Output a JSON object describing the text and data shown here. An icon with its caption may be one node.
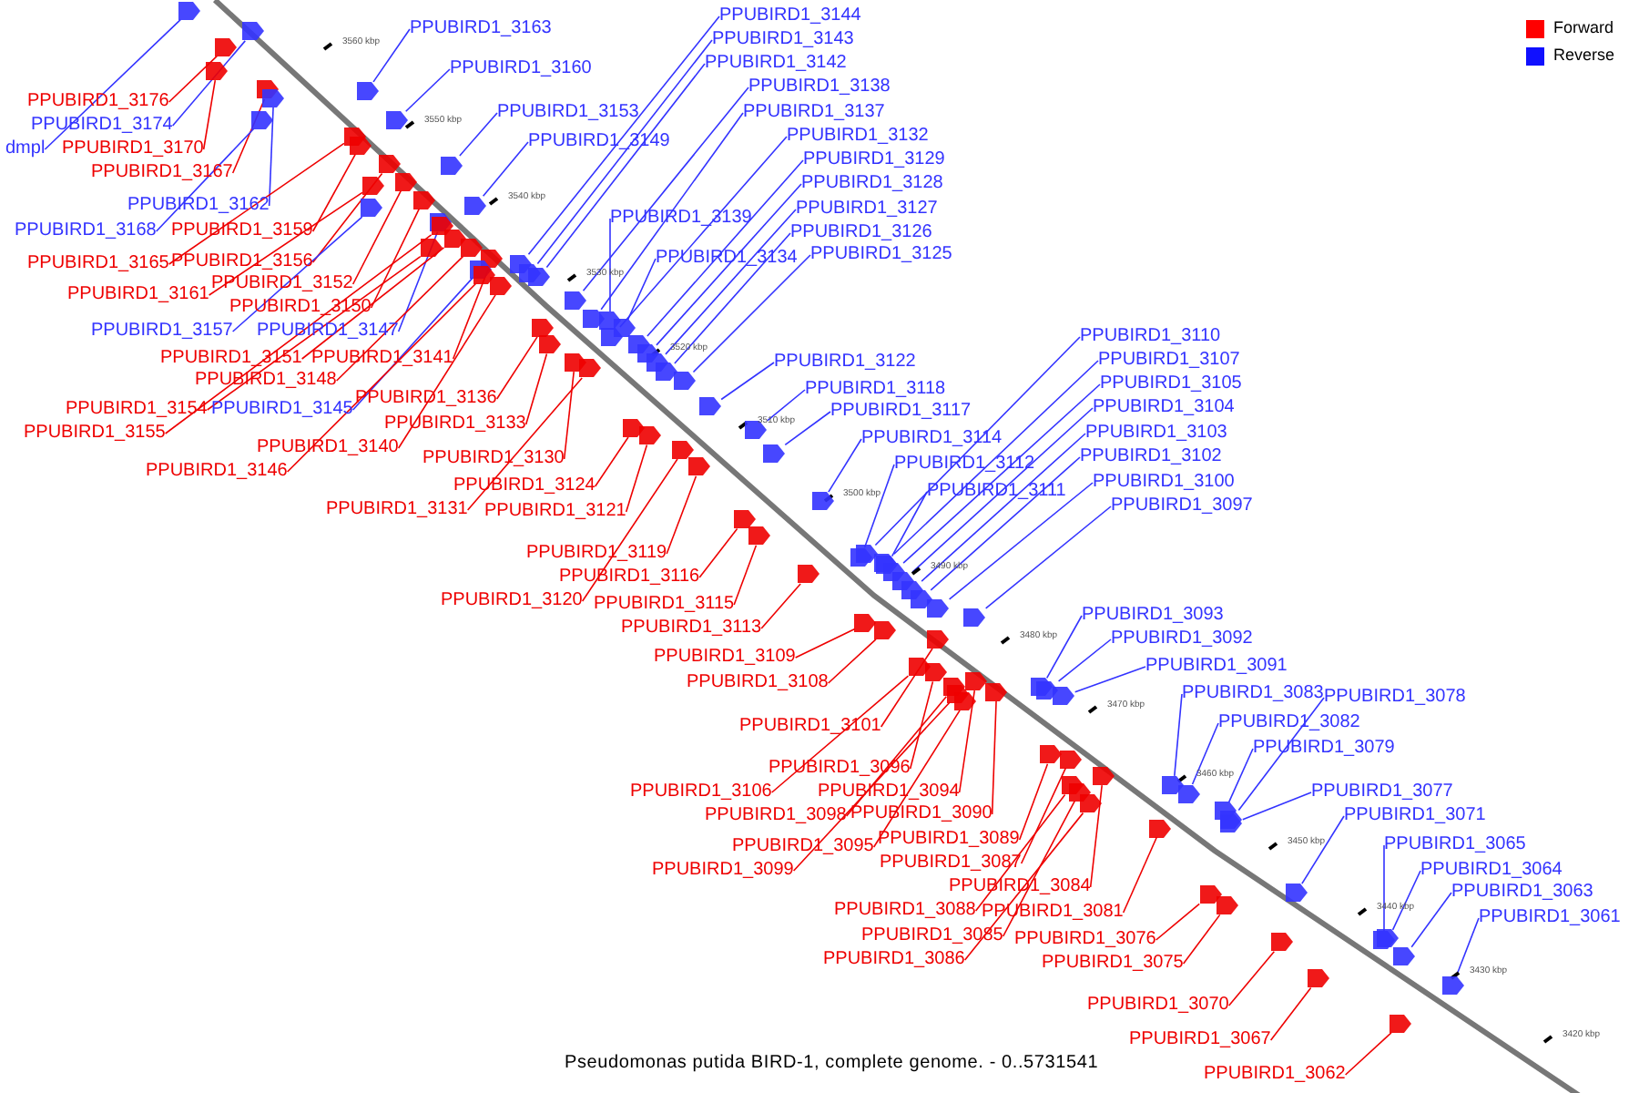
{
  "diagram": {
    "caption": "Pseudomonas putida BIRD-1, complete genome. - 0..5731541",
    "nodes": [
      {
        "text": [
          "PPUBIRD1_3176"
        ]
      },
      {
        "text": [
          "PPUBIRD1_3174"
        ]
      },
      {
        "text": [
          "dmpl"
        ]
      },
      {
        "text": [
          "PPUBIRD1_3170"
        ]
      },
      {
        "text": [
          "PPUBIRD1_3167"
        ]
      },
      {
        "text": [
          "PPUBIRD1_3162"
        ]
      },
      {
        "text": [
          "PPUBIRD1_3168"
        ]
      },
      {
        "text": [
          "PPUBIRD1_3159"
        ]
      },
      {
        "text": [
          "PPUBIRD1_3165"
        ]
      },
      {
        "text": [
          "PPUBIRD1_3156"
        ]
      },
      {
        "text": [
          "PPUBIRD1_3161"
        ]
      },
      {
        "text": [
          "PPUBIRD1_3152"
        ]
      },
      {
        "text": [
          "PPUBIRD1_3150"
        ]
      },
      {
        "text": [
          "PPUBIRD1_3157"
        ]
      },
      {
        "text": [
          "PPUBIRD1_3147"
        ]
      },
      {
        "text": [
          "PPUBIRD1_3151"
        ]
      },
      {
        "text": [
          "PPUBIRD1_3141"
        ]
      },
      {
        "text": [
          "PPUBIRD1_3148"
        ]
      },
      {
        "text": [
          "PPUBIRD1_3154"
        ]
      },
      {
        "text": [
          "PPUBIRD1_3145"
        ]
      },
      {
        "text": [
          "PPUBIRD1_3136"
        ]
      },
      {
        "text": [
          "PPUBIRD1_3155"
        ]
      },
      {
        "text": [
          "PPUBIRD1_3133"
        ]
      },
      {
        "text": [
          "PPUBIRD1_3140"
        ]
      },
      {
        "text": [
          "PPUBIRD1_3146"
        ]
      },
      {
        "text": [
          "PPUBIRD1_3130"
        ]
      },
      {
        "text": [
          "PPUBIRD1_3124"
        ]
      },
      {
        "text": [
          "PPUBIRD1_3131"
        ]
      },
      {
        "text": [
          "PPUBIRD1_3121"
        ]
      },
      {
        "text": [
          "PPUBIRD1_3119"
        ]
      },
      {
        "text": [
          "PPUBIRD1_3116"
        ]
      },
      {
        "text": [
          "PPUBIRD1_3120"
        ]
      },
      {
        "text": [
          "PPUBIRD1_3115"
        ]
      },
      {
        "text": [
          "PPUBIRD1_3113"
        ]
      },
      {
        "text": [
          "PPUBIRD1_3109"
        ]
      },
      {
        "text": [
          "PPUBIRD1_3108"
        ]
      },
      {
        "text": [
          "PPUBIRD1_3101"
        ]
      },
      {
        "text": [
          "PPUBIRD1_3096"
        ]
      },
      {
        "text": [
          "PPUBIRD1_3106"
        ]
      },
      {
        "text": [
          "PPUBIRD1_3094"
        ]
      },
      {
        "text": [
          "PPUBIRD1_3098"
        ]
      },
      {
        "text": [
          "PPUBIRD1_3090"
        ]
      },
      {
        "text": [
          "PPUBIRD1_3095"
        ]
      },
      {
        "text": [
          "PPUBIRD1_3089"
        ]
      },
      {
        "text": [
          "PPUBIRD1_3099"
        ]
      },
      {
        "text": [
          "PPUBIRD1_3087"
        ]
      },
      {
        "text": [
          "PPUBIRD1_3084"
        ]
      },
      {
        "text": [
          "PPUBIRD1_3088"
        ]
      },
      {
        "text": [
          "PPUBIRD1_3081"
        ]
      },
      {
        "text": [
          "PPUBIRD1_3085"
        ]
      },
      {
        "text": [
          "PPUBIRD1_3076"
        ]
      },
      {
        "text": [
          "PPUBIRD1_3086"
        ]
      },
      {
        "text": [
          "PPUBIRD1_3075"
        ]
      },
      {
        "text": [
          "PPUBIRD1_3070"
        ]
      },
      {
        "text": [
          "PPUBIRD1_3067"
        ]
      },
      {
        "text": [
          "PPUBIRD1_3062"
        ]
      },
      {
        "text": [
          "PPUBIRD1_3163"
        ]
      },
      {
        "text": [
          "PPUBIRD1_3160"
        ]
      },
      {
        "text": [
          "PPUBIRD1_3153"
        ]
      },
      {
        "text": [
          "PPUBIRD1_3149"
        ]
      },
      {
        "text": [
          "PPUBIRD1_3144"
        ]
      },
      {
        "text": [
          "PPUBIRD1_3143"
        ]
      },
      {
        "text": [
          "PPUBIRD1_3142"
        ]
      },
      {
        "text": [
          "PPUBIRD1_3138"
        ]
      },
      {
        "text": [
          "PPUBIRD1_3137"
        ]
      },
      {
        "text": [
          "PPUBIRD1_3132"
        ]
      },
      {
        "text": [
          "PPUBIRD1_3129"
        ]
      },
      {
        "text": [
          "PPUBIRD1_3128"
        ]
      },
      {
        "text": [
          "PPUBIRD1_3127"
        ]
      },
      {
        "text": [
          "PPUBIRD1_3126"
        ]
      },
      {
        "text": [
          "PPUBIRD1_3125"
        ]
      },
      {
        "text": [
          "PPUBIRD1_3139"
        ]
      },
      {
        "text": [
          "PPUBIRD1_3134"
        ]
      },
      {
        "text": [
          "PPUBIRD1_3122"
        ]
      },
      {
        "text": [
          "PPUBIRD1_3118"
        ]
      },
      {
        "text": [
          "PPUBIRD1_3117"
        ]
      },
      {
        "text": [
          "PPUBIRD1_3114"
        ]
      },
      {
        "text": [
          "PPUBIRD1_3112"
        ]
      },
      {
        "text": [
          "PPUBIRD1_3111"
        ]
      },
      {
        "text": [
          "PPUBIRD1_3110"
        ]
      },
      {
        "text": [
          "PPUBIRD1_3107"
        ]
      },
      {
        "text": [
          "PPUBIRD1_3105"
        ]
      },
      {
        "text": [
          "PPUBIRD1_3104"
        ]
      },
      {
        "text": [
          "PPUBIRD1_3103"
        ]
      },
      {
        "text": [
          "PPUBIRD1_3102"
        ]
      },
      {
        "text": [
          "PPUBIRD1_3100"
        ]
      },
      {
        "text": [
          "PPUBIRD1_3097"
        ]
      },
      {
        "text": [
          "PPUBIRD1_3093"
        ]
      },
      {
        "text": [
          "PPUBIRD1_3092"
        ]
      },
      {
        "text": [
          "PPUBIRD1_3091"
        ]
      },
      {
        "text": [
          "PPUBIRD1_3083"
        ]
      },
      {
        "text": [
          "PPUBIRD1_3078"
        ]
      },
      {
        "text": [
          "PPUBIRD1_3082"
        ]
      },
      {
        "text": [
          "PPUBIRD1_3079"
        ]
      },
      {
        "text": [
          "PPUBIRD1_3077"
        ]
      },
      {
        "text": [
          "PPUBIRD1_3071"
        ]
      },
      {
        "text": [
          "PPUBIRD1_3065"
        ]
      },
      {
        "text": [
          "PPUBIRD1_3064"
        ]
      },
      {
        "text": [
          "PPUBIRD1_3063"
        ]
      },
      {
        "text": [
          "PPUBIRD1_3061"
        ]
      },
      {
        "text": [],
        "shape": "bar"
      },
      {
        "text": [],
        "shape": "bar"
      },
      {
        "text": [],
        "shape": "bar"
      },
      {
        "text": [],
        "shape": "bar"
      },
      {
        "text": [],
        "shape": "bar"
      },
      {
        "text": [],
        "shape": "bar"
      },
      {
        "text": [],
        "shape": "bar"
      },
      {
        "text": [],
        "shape": "bar"
      },
      {
        "text": [],
        "shape": "bar"
      },
      {
        "text": [],
        "shape": "bar"
      },
      {
        "text": [],
        "shape": "bar"
      },
      {
        "text": [],
        "shape": "bar"
      },
      {
        "text": [],
        "shape": "bar"
      },
      {
        "text": [],
        "shape": "bar"
      },
      {
        "text": [],
        "shape": "bar"
      },
      {
        "text": [],
        "shape": "bar"
      },
      {
        "text": [],
        "shape": "bar"
      },
      {
        "text": [],
        "shape": "bar"
      },
      {
        "text": [],
        "shape": "bar"
      },
      {
        "text": [],
        "shape": "bar"
      },
      {
        "text": [],
        "shape": "bar"
      },
      {
        "text": [],
        "shape": "bar"
      },
      {
        "text": [],
        "shape": "bar"
      },
      {
        "text": [],
        "shape": "bar"
      },
      {
        "text": [],
        "shape": "bar"
      },
      {
        "text": [],
        "shape": "bar"
      },
      {
        "text": [],
        "shape": "bar"
      },
      {
        "text": [],
        "shape": "bar"
      },
      {
        "text": [],
        "shape": "bar"
      },
      {
        "text": [],
        "shape": "bar"
      },
      {
        "text": [],
        "shape": "bar"
      },
      {
        "text": [],
        "shape": "bar"
      },
      {
        "text": [],
        "shape": "bar"
      },
      {
        "text": [],
        "shape": "bar"
      },
      {
        "text": [],
        "shape": "bar"
      },
      {
        "text": [],
        "shape": "bar"
      },
      {
        "text": [],
        "shape": "bar"
      },
      {
        "text": [],
        "shape": "bar"
      },
      {
        "text": [],
        "shape": "bar"
      },
      {
        "text": [],
        "shape": "bar"
      },
      {
        "text": [],
        "shape": "bar"
      },
      {
        "text": [],
        "shape": "bar"
      },
      {
        "text": [],
        "shape": "bar"
      },
      {
        "text": [],
        "shape": "bar"
      },
      {
        "text": [],
        "shape": "bar"
      },
      {
        "text": [],
        "shape": "bar"
      },
      {
        "text": [],
        "shape": "bar"
      },
      {
        "text": [],
        "shape": "bar"
      },
      {
        "text": [],
        "shape": "bar"
      },
      {
        "text": [],
        "shape": "bar"
      },
      {
        "text": [],
        "shape": "bar"
      },
      {
        "text": [],
        "shape": "bar"
      },
      {
        "text": [],
        "shape": "bar"
      },
      {
        "text": [],
        "shape": "bar"
      },
      {
        "text": [],
        "shape": "bar"
      },
      {
        "text": [],
        "shape": "bar"
      },
      {
        "text": [],
        "shape": "bar"
      },
      {
        "text": [],
        "shape": "bar"
      },
      {
        "text": [],
        "shape": "bar"
      },
      {
        "text": [],
        "shape": "bar"
      },
      {
        "text": [],
        "shape": "bar"
      },
      {
        "text": [],
        "shape": "bar"
      },
      {
        "text": [],
        "shape": "bar"
      },
      {
        "text": [],
        "shape": "bar"
      },
      {
        "text": [],
        "shape": "bar"
      },
      {
        "text": [],
        "shape": "bar"
      },
      {
        "text": [],
        "shape": "bar"
      },
      {
        "text": [],
        "shape": "bar"
      },
      {
        "text": [],
        "shape": "bar"
      },
      {
        "text": [],
        "shape": "bar"
      },
      {
        "text": [],
        "shape": "bar"
      },
      {
        "text": [],
        "shape": "bar"
      },
      {
        "text": [],
        "shape": "bar"
      },
      {
        "text": [],
        "shape": "bar"
      },
      {
        "text": [],
        "shape": "bar"
      },
      {
        "text": [],
        "shape": "bar"
      },
      {
        "text": [],
        "shape": "bar"
      },
      {
        "text": [],
        "shape": "bar"
      },
      {
        "text": [],
        "shape": "bar"
      },
      {
        "text": [],
        "shape": "bar"
      },
      {
        "text": [],
        "shape": "bar"
      },
      {
        "text": [],
        "shape": "bar"
      },
      {
        "text": [],
        "shape": "bar"
      },
      {
        "text": [],
        "shape": "bar"
      },
      {
        "text": [],
        "shape": "bar"
      },
      {
        "text": [],
        "shape": "bar"
      },
      {
        "text": [],
        "shape": "bar"
      },
      {
        "text": [],
        "shape": "bar"
      },
      {
        "text": [],
        "shape": "bar"
      },
      {
        "text": [],
        "shape": "bar"
      },
      {
        "text": [],
        "shape": "bar"
      },
      {
        "text": [],
        "shape": "bar"
      },
      {
        "text": [],
        "shape": "bar"
      },
      {
        "text": [],
        "shape": "bar"
      },
      {
        "text": [],
        "shape": "bar"
      },
      {
        "text": [],
        "shape": "bar"
      },
      {
        "text": [],
        "shape": "bar"
      },
      {
        "text": [],
        "shape": "bar"
      },
      {
        "text": [],
        "shape": "bar"
      },
      {
        "text": [],
        "shape": "bar"
      }
    ],
    "edges": [
      {
        "from": 0,
        "to": 100,
        "arrow": "none",
        "color": "#ee0000"
      },
      {
        "from": 1,
        "to": 101,
        "arrow": "none",
        "color": "#3333ff"
      },
      {
        "from": 2,
        "to": 102,
        "arrow": "none",
        "color": "#3333ff"
      },
      {
        "from": 3,
        "to": 103,
        "arrow": "none",
        "color": "#ee0000"
      },
      {
        "from": 4,
        "to": 104,
        "arrow": "none",
        "color": "#ee0000"
      },
      {
        "from": 5,
        "to": 105,
        "arrow": "none",
        "color": "#3333ff"
      },
      {
        "from": 6,
        "to": 106,
        "arrow": "none",
        "color": "#3333ff"
      },
      {
        "from": 7,
        "to": 107,
        "arrow": "none",
        "color": "#ee0000"
      },
      {
        "from": 8,
        "to": 108,
        "arrow": "none",
        "color": "#ee0000"
      },
      {
        "from": 9,
        "to": 109,
        "arrow": "none",
        "color": "#ee0000"
      },
      {
        "from": 10,
        "to": 110,
        "arrow": "none",
        "color": "#ee0000"
      },
      {
        "from": 11,
        "to": 111,
        "arrow": "none",
        "color": "#ee0000"
      },
      {
        "from": 12,
        "to": 112,
        "arrow": "none",
        "color": "#ee0000"
      },
      {
        "from": 13,
        "to": 113,
        "arrow": "none",
        "color": "#3333ff"
      },
      {
        "from": 14,
        "to": 114,
        "arrow": "none",
        "color": "#3333ff"
      },
      {
        "from": 15,
        "to": 115,
        "arrow": "none",
        "color": "#ee0000"
      },
      {
        "from": 16,
        "to": 116,
        "arrow": "none",
        "color": "#ee0000"
      },
      {
        "from": 17,
        "to": 117,
        "arrow": "none",
        "color": "#ee0000"
      },
      {
        "from": 18,
        "to": 118,
        "arrow": "none",
        "color": "#ee0000"
      },
      {
        "from": 19,
        "to": 119,
        "arrow": "none",
        "color": "#3333ff"
      },
      {
        "from": 20,
        "to": 120,
        "arrow": "none",
        "color": "#ee0000"
      },
      {
        "from": 21,
        "to": 121,
        "arrow": "none",
        "color": "#ee0000"
      },
      {
        "from": 22,
        "to": 122,
        "arrow": "none",
        "color": "#ee0000"
      },
      {
        "from": 23,
        "to": 123,
        "arrow": "none",
        "color": "#ee0000"
      },
      {
        "from": 24,
        "to": 124,
        "arrow": "none",
        "color": "#ee0000"
      },
      {
        "from": 25,
        "to": 125,
        "arrow": "none",
        "color": "#ee0000"
      },
      {
        "from": 26,
        "to": 126,
        "arrow": "none",
        "color": "#ee0000"
      },
      {
        "from": 27,
        "to": 127,
        "arrow": "none",
        "color": "#ee0000"
      },
      {
        "from": 28,
        "to": 128,
        "arrow": "none",
        "color": "#ee0000"
      },
      {
        "from": 29,
        "to": 129,
        "arrow": "none",
        "color": "#ee0000"
      },
      {
        "from": 30,
        "to": 130,
        "arrow": "none",
        "color": "#ee0000"
      },
      {
        "from": 31,
        "to": 131,
        "arrow": "none",
        "color": "#ee0000"
      },
      {
        "from": 32,
        "to": 132,
        "arrow": "none",
        "color": "#ee0000"
      },
      {
        "from": 33,
        "to": 133,
        "arrow": "none",
        "color": "#ee0000"
      },
      {
        "from": 34,
        "to": 134,
        "arrow": "none",
        "color": "#ee0000"
      },
      {
        "from": 35,
        "to": 135,
        "arrow": "none",
        "color": "#ee0000"
      },
      {
        "from": 36,
        "to": 136,
        "arrow": "none",
        "color": "#ee0000"
      },
      {
        "from": 37,
        "to": 137,
        "arrow": "none",
        "color": "#ee0000"
      },
      {
        "from": 38,
        "to": 138,
        "arrow": "none",
        "color": "#ee0000"
      },
      {
        "from": 39,
        "to": 139,
        "arrow": "none",
        "color": "#ee0000"
      },
      {
        "from": 40,
        "to": 140,
        "arrow": "none",
        "color": "#ee0000"
      },
      {
        "from": 41,
        "to": 141,
        "arrow": "none",
        "color": "#ee0000"
      },
      {
        "from": 42,
        "to": 142,
        "arrow": "none",
        "color": "#ee0000"
      },
      {
        "from": 43,
        "to": 143,
        "arrow": "none",
        "color": "#ee0000"
      },
      {
        "from": 44,
        "to": 144,
        "arrow": "none",
        "color": "#ee0000"
      },
      {
        "from": 45,
        "to": 145,
        "arrow": "none",
        "color": "#ee0000"
      },
      {
        "from": 46,
        "to": 146,
        "arrow": "none",
        "color": "#ee0000"
      },
      {
        "from": 47,
        "to": 147,
        "arrow": "none",
        "color": "#ee0000"
      },
      {
        "from": 48,
        "to": 148,
        "arrow": "none",
        "color": "#ee0000"
      },
      {
        "from": 49,
        "to": 149,
        "arrow": "none",
        "color": "#ee0000"
      },
      {
        "from": 50,
        "to": 150,
        "arrow": "none",
        "color": "#ee0000"
      },
      {
        "from": 51,
        "to": 151,
        "arrow": "none",
        "color": "#ee0000"
      },
      {
        "from": 52,
        "to": 152,
        "arrow": "none",
        "color": "#ee0000"
      },
      {
        "from": 53,
        "to": 153,
        "arrow": "none",
        "color": "#ee0000"
      },
      {
        "from": 54,
        "to": 154,
        "arrow": "none",
        "color": "#ee0000"
      },
      {
        "from": 55,
        "to": 155,
        "arrow": "none",
        "color": "#ee0000"
      },
      {
        "from": 56,
        "to": 156,
        "arrow": "none",
        "color": "#3333ff"
      },
      {
        "from": 57,
        "to": 157,
        "arrow": "none",
        "color": "#3333ff"
      },
      {
        "from": 58,
        "to": 158,
        "arrow": "none",
        "color": "#3333ff"
      },
      {
        "from": 59,
        "to": 159,
        "arrow": "none",
        "color": "#3333ff"
      },
      {
        "from": 60,
        "to": 160,
        "arrow": "none",
        "color": "#3333ff"
      },
      {
        "from": 61,
        "to": 161,
        "arrow": "none",
        "color": "#3333ff"
      },
      {
        "from": 62,
        "to": 162,
        "arrow": "none",
        "color": "#3333ff"
      },
      {
        "from": 63,
        "to": 163,
        "arrow": "none",
        "color": "#3333ff"
      },
      {
        "from": 64,
        "to": 164,
        "arrow": "none",
        "color": "#3333ff"
      },
      {
        "from": 65,
        "to": 165,
        "arrow": "none",
        "color": "#3333ff"
      },
      {
        "from": 66,
        "to": 166,
        "arrow": "none",
        "color": "#3333ff"
      },
      {
        "from": 67,
        "to": 167,
        "arrow": "none",
        "color": "#3333ff"
      },
      {
        "from": 68,
        "to": 168,
        "arrow": "none",
        "color": "#3333ff"
      },
      {
        "from": 69,
        "to": 169,
        "arrow": "none",
        "color": "#3333ff"
      },
      {
        "from": 70,
        "to": 170,
        "arrow": "none",
        "color": "#3333ff"
      },
      {
        "from": 71,
        "to": 171,
        "arrow": "none",
        "color": "#3333ff"
      },
      {
        "from": 72,
        "to": 172,
        "arrow": "none",
        "color": "#3333ff"
      },
      {
        "from": 73,
        "to": 173,
        "arrow": "none",
        "color": "#3333ff"
      },
      {
        "from": 74,
        "to": 174,
        "arrow": "none",
        "color": "#3333ff"
      },
      {
        "from": 75,
        "to": 175,
        "arrow": "none",
        "color": "#3333ff"
      },
      {
        "from": 76,
        "to": 176,
        "arrow": "none",
        "color": "#3333ff"
      },
      {
        "from": 77,
        "to": 177,
        "arrow": "none",
        "color": "#3333ff"
      },
      {
        "from": 78,
        "to": 178,
        "arrow": "none",
        "color": "#3333ff"
      },
      {
        "from": 79,
        "to": 179,
        "arrow": "none",
        "color": "#3333ff"
      },
      {
        "from": 80,
        "to": 180,
        "arrow": "none",
        "color": "#3333ff"
      },
      {
        "from": 81,
        "to": 181,
        "arrow": "none",
        "color": "#3333ff"
      },
      {
        "from": 82,
        "to": 182,
        "arrow": "none",
        "color": "#3333ff"
      },
      {
        "from": 83,
        "to": 183,
        "arrow": "none",
        "color": "#3333ff"
      },
      {
        "from": 84,
        "to": 184,
        "arrow": "none",
        "color": "#3333ff"
      },
      {
        "from": 85,
        "to": 185,
        "arrow": "none",
        "color": "#3333ff"
      },
      {
        "from": 86,
        "to": 186,
        "arrow": "none",
        "color": "#3333ff"
      },
      {
        "from": 87,
        "to": 187,
        "arrow": "none",
        "color": "#3333ff"
      },
      {
        "from": 88,
        "to": 188,
        "arrow": "none",
        "color": "#3333ff"
      },
      {
        "from": 89,
        "to": 189,
        "arrow": "none",
        "color": "#3333ff"
      },
      {
        "from": 90,
        "to": 190,
        "arrow": "none",
        "color": "#3333ff"
      },
      {
        "from": 91,
        "to": 191,
        "arrow": "none",
        "color": "#3333ff"
      },
      {
        "from": 92,
        "to": 192,
        "arrow": "none",
        "color": "#3333ff"
      },
      {
        "from": 93,
        "to": 193,
        "arrow": "none",
        "color": "#3333ff"
      },
      {
        "from": 94,
        "to": 194,
        "arrow": "none",
        "color": "#3333ff"
      },
      {
        "from": 95,
        "to": 195,
        "arrow": "none",
        "color": "#3333ff"
      },
      {
        "from": 96,
        "to": 196,
        "arrow": "none",
        "color": "#3333ff"
      },
      {
        "from": 97,
        "to": 197,
        "arrow": "none",
        "color": "#3333ff"
      },
      {
        "from": 98,
        "to": 198,
        "arrow": "none",
        "color": "#3333ff"
      },
      {
        "from": 99,
        "to": 199,
        "arrow": "none",
        "color": "#3333ff"
      }
    ],
    "labels": [
      "3560 kbp",
      "3550 kbp",
      "3540 kbp",
      "3530 kbp",
      "3520 kbp",
      "3510 kbp",
      "3500 kbp",
      "3490 kbp",
      "3480 kbp",
      "3470 kbp",
      "3460 kbp",
      "3450 kbp",
      "3440 kbp",
      "3430 kbp",
      "3420 kbp"
    ],
    "legend": [
      {
        "text": "Forward",
        "color": "#ff0000"
      },
      {
        "text": "Reverse",
        "color": "#1010ff"
      }
    ]
  }
}
